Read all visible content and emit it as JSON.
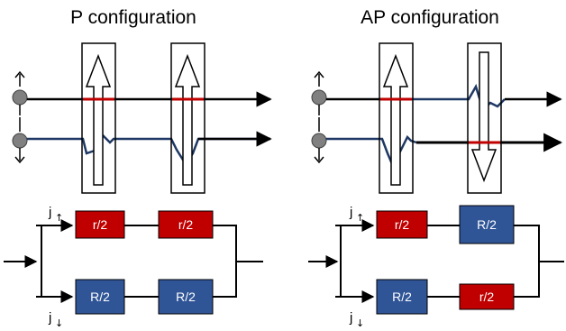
{
  "panels": [
    {
      "title": "P configuration",
      "top_path_resistors": [
        "r/2",
        "r/2"
      ],
      "bottom_path_resistors": [
        "R/2",
        "R/2"
      ],
      "current_up": {
        "base": "j",
        "sub": "↑"
      },
      "current_down": {
        "base": "j",
        "sub": "↓"
      }
    },
    {
      "title": "AP configuration",
      "top_path_resistors": [
        "r/2",
        "R/2"
      ],
      "bottom_path_resistors": [
        "R/2",
        "r/2"
      ],
      "current_up": {
        "base": "j",
        "sub": "↑"
      },
      "current_down": {
        "base": "j",
        "sub": "↓"
      }
    }
  ],
  "colors": {
    "small_resistor": "#c00000",
    "large_resistor": "#2f5597",
    "interface_mark": "#c00000",
    "trajectory": "#1f3864",
    "electron": "#808080"
  }
}
